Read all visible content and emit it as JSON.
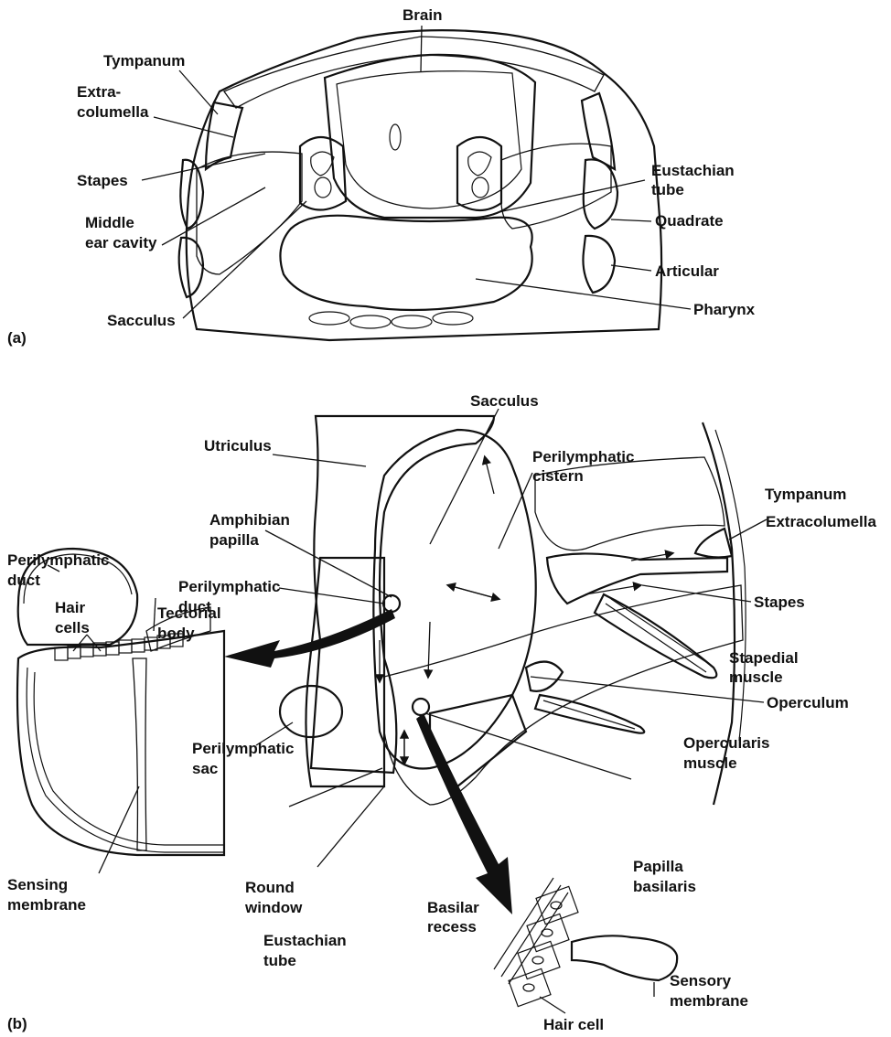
{
  "panels": {
    "a": "(a)",
    "b": "(b)"
  },
  "labels_a": {
    "brain": "Brain",
    "tympanum": "Tympanum",
    "extracolumella_1": "Extra-",
    "extracolumella_2": "columella",
    "stapes": "Stapes",
    "middle_ear_1": "Middle",
    "middle_ear_2": "ear cavity",
    "sacculus": "Sacculus",
    "eustachian_1": "Eustachian",
    "eustachian_2": "tube",
    "quadrate": "Quadrate",
    "articular": "Articular",
    "pharynx": "Pharynx"
  },
  "labels_b": {
    "sacculus": "Sacculus",
    "utriculus": "Utriculus",
    "perilymphatic_cistern_1": "Perilymphatic",
    "perilymphatic_cistern_2": "cistern",
    "tympanum": "Tympanum",
    "amphibian_papilla_1": "Amphibian",
    "amphibian_papilla_2": "papilla",
    "extracolumella": "Extracolumella",
    "perilymphatic_duct_left_1": "Perilymphatic",
    "perilymphatic_duct_left_2": "duct",
    "perilymphatic_duct_1": "Perilymphatic",
    "perilymphatic_duct_2": "duct",
    "stapes": "Stapes",
    "tectorial_body_1": "Tectorial",
    "tectorial_body_2": "body",
    "hair_cells_1": "Hair",
    "hair_cells_2": "cells",
    "stapedial_muscle_1": "Stapedial",
    "stapedial_muscle_2": "muscle",
    "operculum": "Operculum",
    "opercularis_muscle_1": "Opercularis",
    "opercularis_muscle_2": "muscle",
    "perilymphatic_sac_1": "Perilymphatic",
    "perilymphatic_sac_2": "sac",
    "sensing_membrane_1": "Sensing",
    "sensing_membrane_2": "membrane",
    "papilla_basilaris_1": "Papilla",
    "papilla_basilaris_2": "basilaris",
    "round_window_1": "Round",
    "round_window_2": "window",
    "basilar_recess_1": "Basilar",
    "basilar_recess_2": "recess",
    "eustachian_tube_1": "Eustachian",
    "eustachian_tube_2": "tube",
    "sensory_membrane_1": "Sensory",
    "sensory_membrane_2": "membrane",
    "hair_cell": "Hair cell"
  }
}
